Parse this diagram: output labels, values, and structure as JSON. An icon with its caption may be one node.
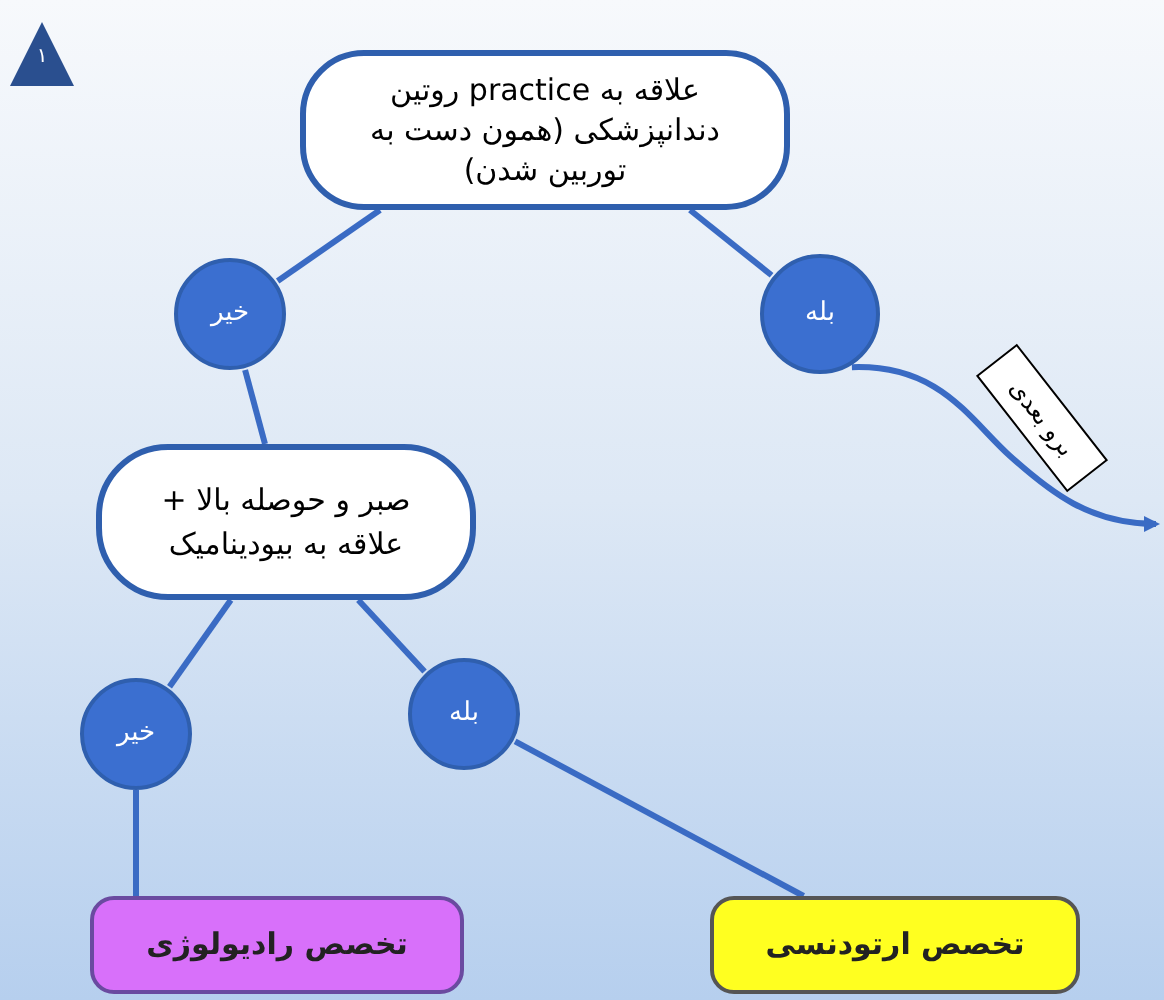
{
  "diagram": {
    "nodes": [
      {
        "text": [
          "علاقه به practice روتین دندانپزشکی (همون دست به توربین شدن)"
        ]
      },
      {
        "text": [
          "خیر"
        ]
      },
      {
        "text": [
          "بله"
        ]
      },
      {
        "text": [
          "صبر و حوصله بالا + علاقه به بیودینامیک"
        ]
      },
      {
        "text": [
          "خیر"
        ]
      },
      {
        "text": [
          "بله"
        ]
      },
      {
        "text": [
          "تخصص رادیولوژی"
        ]
      },
      {
        "text": [
          "تخصص ارتودنسی"
        ]
      }
    ],
    "edges": [
      {
        "from": 0,
        "to": 1,
        "arrow": "none"
      },
      {
        "from": 0,
        "to": 2,
        "arrow": "none"
      },
      {
        "from": 2,
        "to": null,
        "arrow": "to",
        "label": "برو بعدی"
      },
      {
        "from": 1,
        "to": 3,
        "arrow": "none"
      },
      {
        "from": 3,
        "to": 4,
        "arrow": "none"
      },
      {
        "from": 3,
        "to": 5,
        "arrow": "none"
      },
      {
        "from": 4,
        "to": 6,
        "arrow": "none"
      },
      {
        "from": 5,
        "to": 7,
        "arrow": "none"
      }
    ],
    "labels": [
      "۱"
    ]
  }
}
